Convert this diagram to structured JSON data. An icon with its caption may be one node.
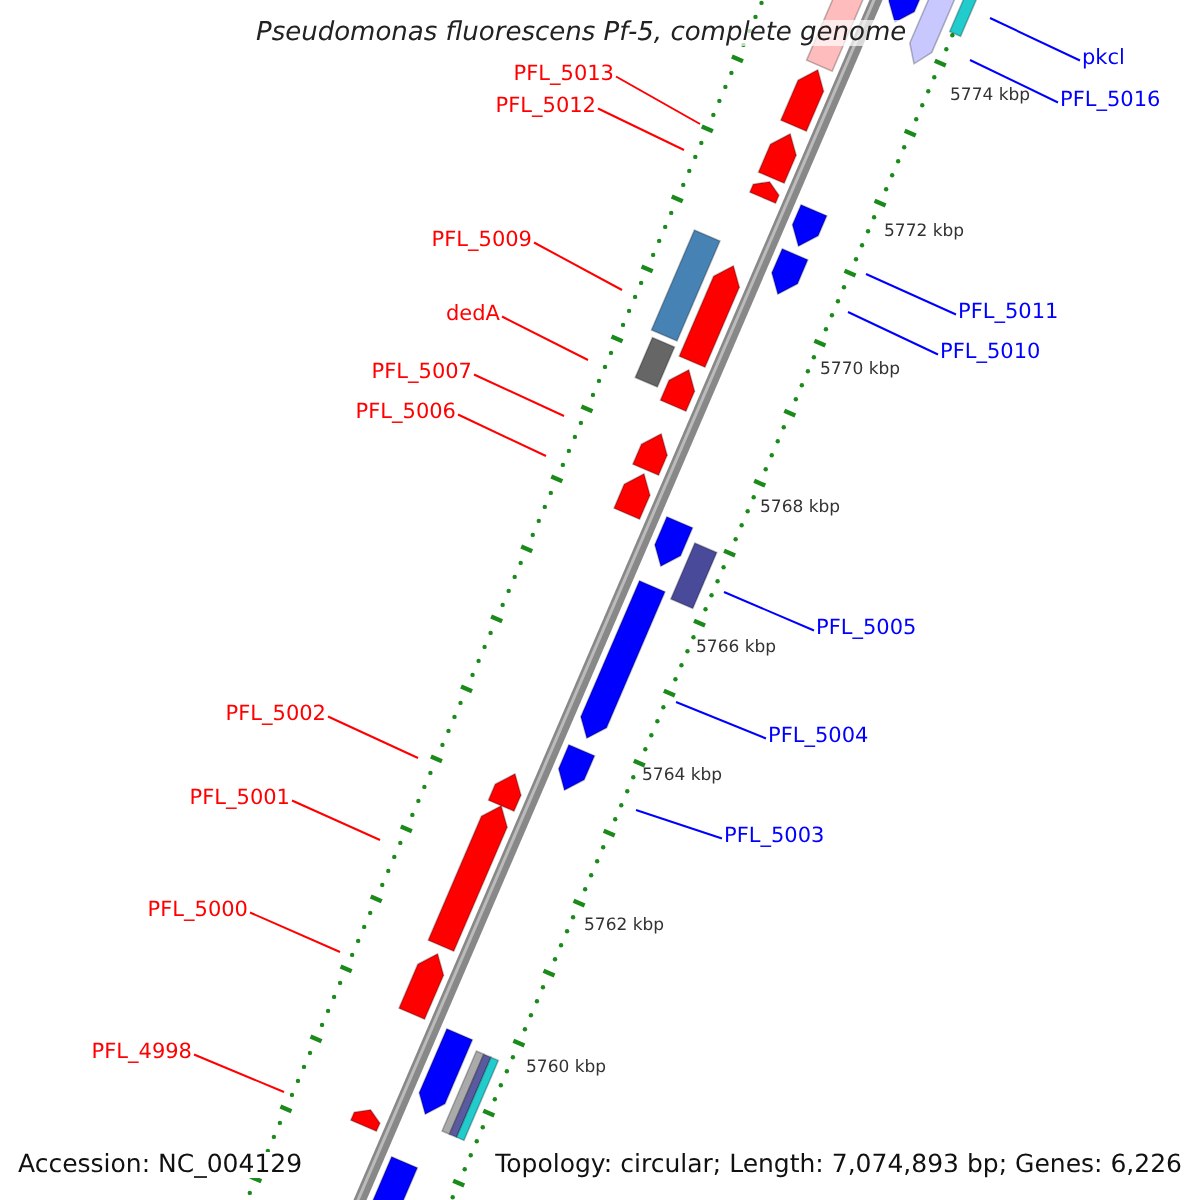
{
  "diagram": {
    "title": "Pseudomonas fluorescens Pf-5, complete genome",
    "nodes": [
      {
        "text": [
          "pkcl"
        ]
      },
      {
        "text": [
          "PFL_5013"
        ]
      },
      {
        "text": [
          "PFL_5016"
        ]
      },
      {
        "text": [
          "PFL_5012"
        ]
      },
      {
        "text": [
          "PFL_5009"
        ]
      },
      {
        "text": [
          "PFL_5011"
        ]
      },
      {
        "text": [
          "dedA"
        ]
      },
      {
        "text": [
          "PFL_5010"
        ]
      },
      {
        "text": [
          "PFL_5007"
        ]
      },
      {
        "text": [
          "PFL_5006"
        ]
      },
      {
        "text": [
          "PFL_5005"
        ]
      },
      {
        "text": [
          "PFL_5002"
        ]
      },
      {
        "text": [
          "PFL_5004"
        ]
      },
      {
        "text": [
          "PFL_5001"
        ]
      },
      {
        "text": [
          "PFL_5003"
        ]
      },
      {
        "text": [
          "PFL_5000"
        ]
      },
      {
        "text": [
          "PFL_4998"
        ]
      }
    ],
    "edges": [
      {
        "from": 0,
        "to": null,
        "arrow": "none",
        "color": "#0000ff"
      },
      {
        "from": 1,
        "to": null,
        "arrow": "none"
      },
      {
        "from": 2,
        "to": null,
        "arrow": "none",
        "color": "#0000ff"
      },
      {
        "from": 3,
        "to": null,
        "arrow": "none"
      },
      {
        "from": 4,
        "to": null,
        "arrow": "none"
      },
      {
        "from": 5,
        "to": null,
        "arrow": "none",
        "color": "#0000ff"
      },
      {
        "from": 6,
        "to": null,
        "arrow": "none"
      },
      {
        "from": 7,
        "to": null,
        "arrow": "none",
        "color": "#0000ff"
      },
      {
        "from": 8,
        "to": null,
        "arrow": "none"
      },
      {
        "from": 9,
        "to": null,
        "arrow": "none"
      },
      {
        "from": 10,
        "to": null,
        "arrow": "none",
        "color": "#0000ff"
      },
      {
        "from": 11,
        "to": null,
        "arrow": "none"
      },
      {
        "from": 12,
        "to": null,
        "arrow": "none",
        "color": "#0000ff"
      },
      {
        "from": 13,
        "to": null,
        "arrow": "none"
      },
      {
        "from": 14,
        "to": null,
        "arrow": "none",
        "color": "#0000ff"
      },
      {
        "from": 15,
        "to": null,
        "arrow": "none"
      },
      {
        "from": 16,
        "to": null,
        "arrow": "none"
      }
    ],
    "labels": [
      "5774 kbp",
      "5772 kbp",
      "5770 kbp",
      "5768 kbp",
      "5766 kbp",
      "5764 kbp",
      "5762 kbp",
      "5760 kbp",
      "Accession: NC_004129",
      "Topology: circular; Length: 7,074,893 bp; Genes: 6,226"
    ]
  }
}
